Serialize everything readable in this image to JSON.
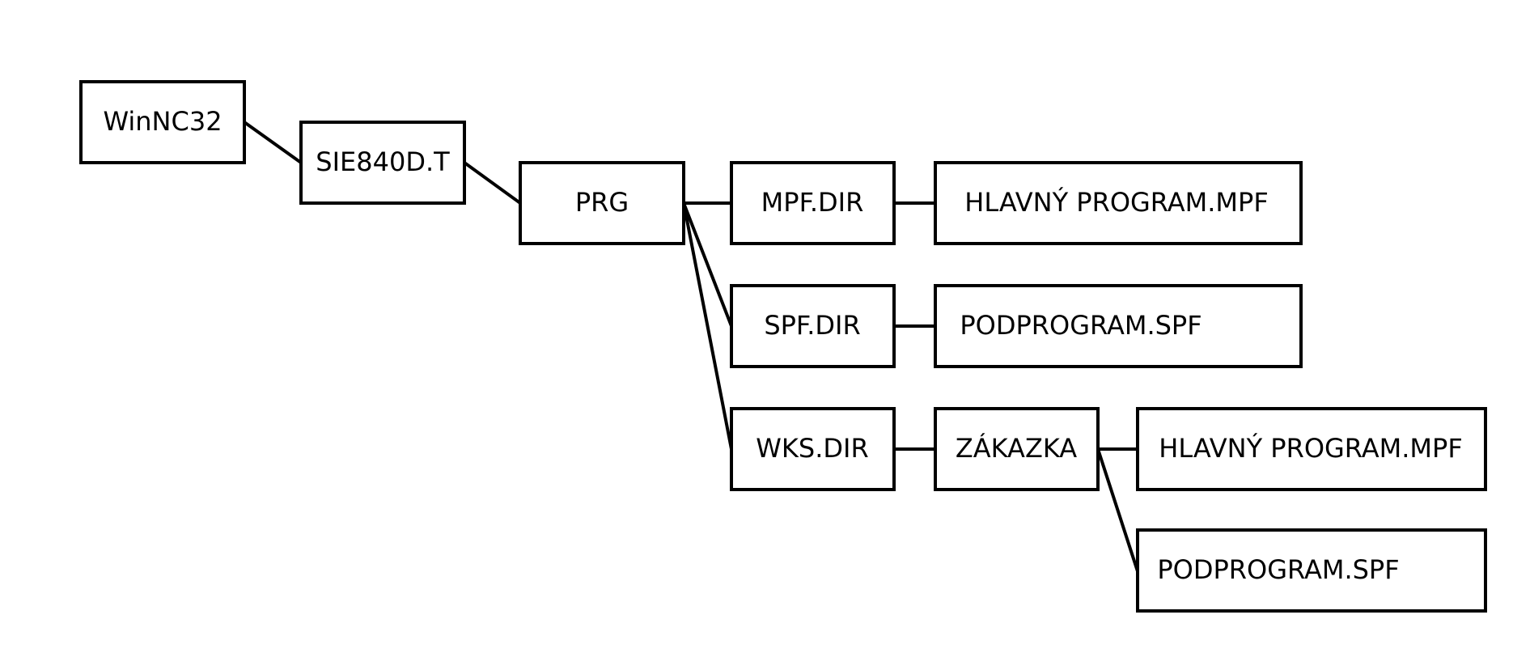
{
  "diagram": {
    "nodes": [
      {
        "id": "winnc32",
        "label": "WinNC32"
      },
      {
        "id": "sie840dt",
        "label": "SIE840D.T"
      },
      {
        "id": "prg",
        "label": "PRG"
      },
      {
        "id": "mpfdir",
        "label": "MPF.DIR"
      },
      {
        "id": "spfdir",
        "label": "SPF.DIR"
      },
      {
        "id": "wksdir",
        "label": "WKS.DIR"
      },
      {
        "id": "hlavny_mpf_1",
        "label": "HLAVNÝ PROGRAM.MPF"
      },
      {
        "id": "podprogram_spf_1",
        "label": "PODPROGRAM.SPF"
      },
      {
        "id": "zakazka",
        "label": "ZÁKAZKA"
      },
      {
        "id": "hlavny_mpf_2",
        "label": "HLAVNÝ PROGRAM.MPF"
      },
      {
        "id": "podprogram_spf_2",
        "label": "PODPROGRAM.SPF"
      }
    ],
    "edges": [
      {
        "from": "winnc32",
        "to": "sie840dt"
      },
      {
        "from": "sie840dt",
        "to": "prg"
      },
      {
        "from": "prg",
        "to": "mpfdir"
      },
      {
        "from": "prg",
        "to": "spfdir"
      },
      {
        "from": "prg",
        "to": "wksdir"
      },
      {
        "from": "mpfdir",
        "to": "hlavny_mpf_1"
      },
      {
        "from": "spfdir",
        "to": "podprogram_spf_1"
      },
      {
        "from": "wksdir",
        "to": "zakazka"
      },
      {
        "from": "zakazka",
        "to": "hlavny_mpf_2"
      },
      {
        "from": "zakazka",
        "to": "podprogram_spf_2"
      }
    ]
  }
}
